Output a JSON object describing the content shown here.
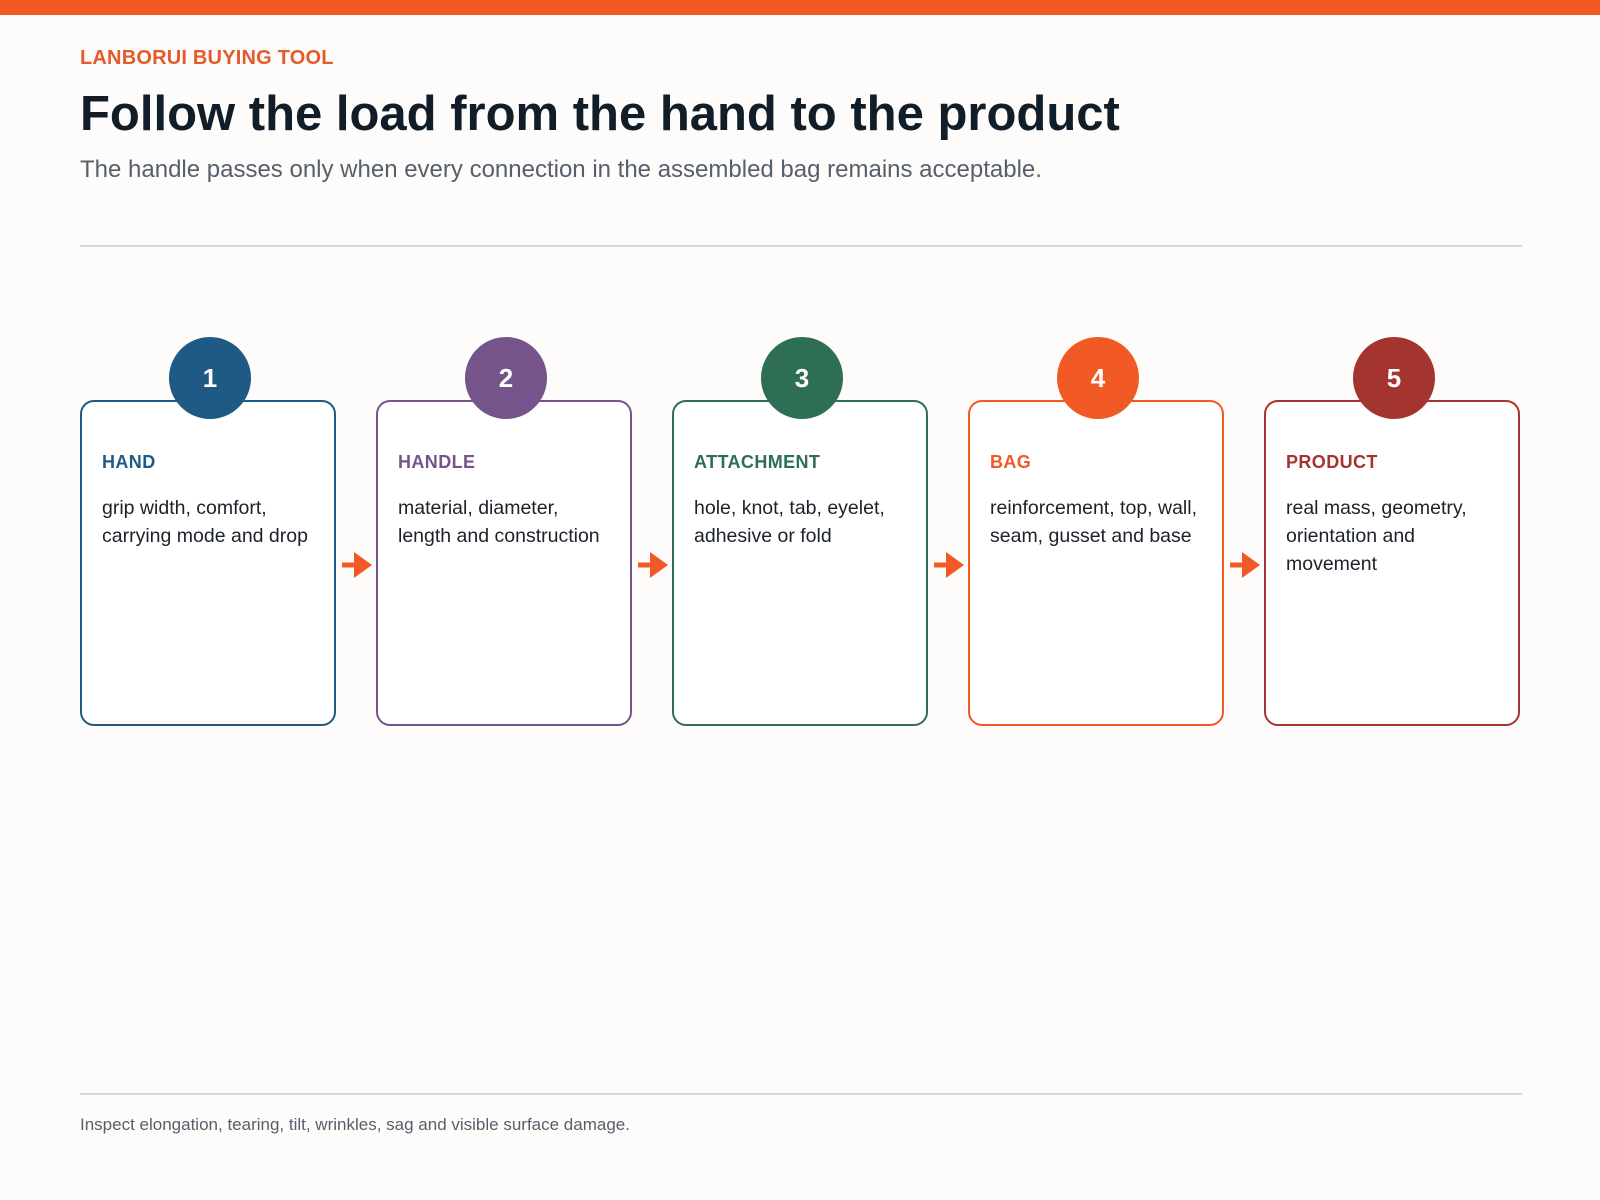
{
  "header": {
    "eyebrow": "LANBORUI BUYING TOOL",
    "title": "Follow the load from the hand to the product",
    "subtitle": "The handle passes only when every connection in the assembled bag remains acceptable."
  },
  "accent_color": "#f15a24",
  "steps": [
    {
      "number": "1",
      "label": "HAND",
      "text": "grip width, comfort, carrying mode and drop",
      "color": "#1f5a85"
    },
    {
      "number": "2",
      "label": "HANDLE",
      "text": "material, diameter, length and construction",
      "color": "#74548a"
    },
    {
      "number": "3",
      "label": "ATTACHMENT",
      "text": "hole, knot, tab, eyelet, adhesive or fold",
      "color": "#2d6e55"
    },
    {
      "number": "4",
      "label": "BAG",
      "text": "reinforcement, top, wall, seam, gusset and base",
      "color": "#f15a24"
    },
    {
      "number": "5",
      "label": "PRODUCT",
      "text": "real mass, geometry, orientation and movement",
      "color": "#a3342f"
    }
  ],
  "footer": {
    "note": "Inspect elongation, tearing, tilt, wrinkles, sag and visible surface damage."
  }
}
